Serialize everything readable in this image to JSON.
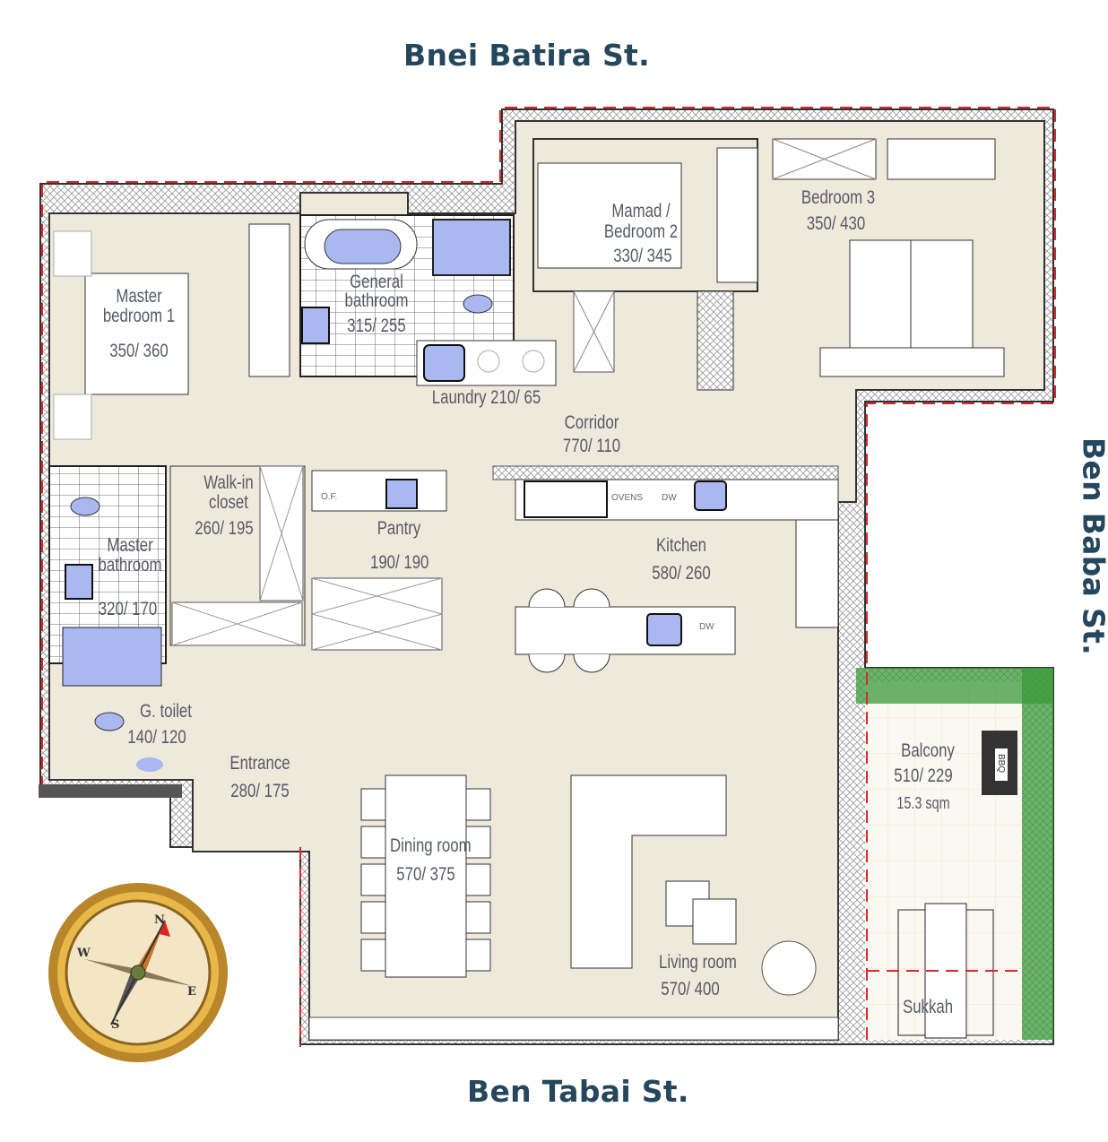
{
  "streets": {
    "top": "Bnei Batira St.",
    "right": "Ben Baba St.",
    "bottom": "Ben Tabai St."
  },
  "rooms": {
    "master_bedroom": {
      "name": "Master bedroom 1",
      "size": "350/ 360"
    },
    "general_bathroom": {
      "name": "General bathroom",
      "size": "315/ 255"
    },
    "mamad": {
      "name": "Mamad / Bedroom 2",
      "size": "330/ 345"
    },
    "bedroom3": {
      "name": "Bedroom 3",
      "size": "350/ 430"
    },
    "laundry": {
      "name": "Laundry 210/ 65"
    },
    "corridor": {
      "name": "Corridor",
      "size": "770/ 110"
    },
    "walkin": {
      "name": "Walk-in closet",
      "size": "260/ 195"
    },
    "pantry": {
      "name": "Pantry",
      "size": "190/ 190"
    },
    "kitchen": {
      "name": "Kitchen",
      "size": "580/ 260"
    },
    "master_bathroom": {
      "name": "Master bathroom",
      "size": "320/ 170"
    },
    "g_toilet": {
      "name": "G. toilet",
      "size": "140/ 120"
    },
    "entrance": {
      "name": "Entrance",
      "size": "280/ 175"
    },
    "dining": {
      "name": "Dining room",
      "size": "570/ 375"
    },
    "living": {
      "name": "Living room",
      "size": "570/ 400"
    },
    "balcony": {
      "name": "Balcony",
      "size": "510/ 229",
      "area": "15.3 sqm"
    },
    "sukkah": {
      "name": "Sukkah"
    }
  },
  "appliances": {
    "of": "O.F.",
    "ovens": "OVENS",
    "dw1": "DW",
    "dw2": "DW",
    "bbq": "BBQ"
  },
  "compass": {
    "n": "N",
    "e": "E",
    "s": "S",
    "w": "W"
  },
  "colors": {
    "floor": "#efe9dc",
    "street": "#24475e",
    "fixture": "#a9b8f0",
    "boundary": "#e0262b",
    "greenery": "#3c9a3a"
  }
}
